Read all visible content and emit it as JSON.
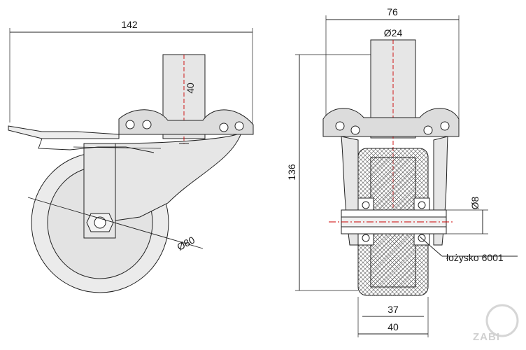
{
  "dimensions": {
    "overall_width_side": "142",
    "stem_length": "40",
    "wheel_diameter": "Ø80",
    "overall_width_front": "76",
    "stem_diameter": "Ø24",
    "overall_height": "136",
    "axle_diameter": "Ø8",
    "bearing_label": "łożysko 6001",
    "tread_width": "37",
    "wheel_width": "40"
  },
  "logo": {
    "text": "ZABI"
  },
  "colors": {
    "line": "#222222",
    "fill": "#e6e6e6",
    "center_line": "#cc0000"
  }
}
